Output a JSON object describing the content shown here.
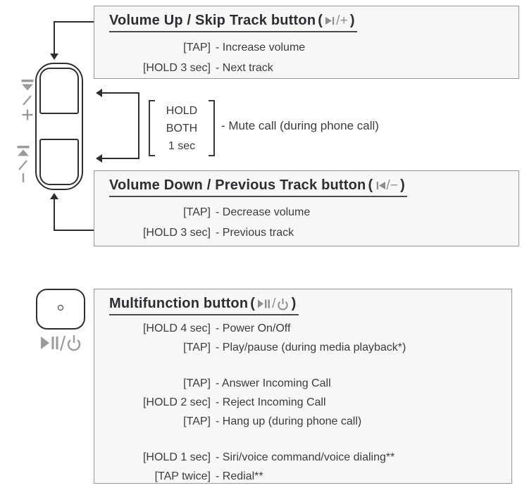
{
  "colors": {
    "page_bg": "#ffffff",
    "box_bg": "#f7f7f6",
    "box_border": "#979797",
    "title_text": "#2d2d34",
    "body_text": "#3b3b40",
    "icon_gray": "#8d8d8d",
    "line": "#2e2e2e"
  },
  "icons": {
    "skip_next": "⏭",
    "skip_previous": "⏮",
    "play_pause": "⏯",
    "power": "⏻"
  },
  "symbols": {
    "open_paren": "(",
    "close_paren": ")",
    "slash": "/"
  },
  "volume_rocker": {
    "top_side_label": "⏭/+",
    "bottom_side_label": "⏮/−"
  },
  "volume_up_box": {
    "title": "Volume Up / Skip Track button",
    "icon_suffix": "/+",
    "rows": [
      {
        "action": "[TAP]",
        "desc": "- Increase volume"
      },
      {
        "action": "[HOLD 3 sec]",
        "desc": "- Next track"
      }
    ]
  },
  "hold_both": {
    "lines": [
      "HOLD",
      "BOTH",
      "1 sec"
    ],
    "desc": "- Mute call (during phone call)"
  },
  "volume_down_box": {
    "title": "Volume Down / Previous Track button",
    "icon_suffix": "/−",
    "rows": [
      {
        "action": "[TAP]",
        "desc": "- Decrease volume"
      },
      {
        "action": "[HOLD 3 sec]",
        "desc": "- Previous track"
      }
    ]
  },
  "multifunction": {
    "side_label": "▶❙❙/⏻",
    "title": "Multifunction button",
    "rows": [
      {
        "action": "[HOLD 4 sec]",
        "desc": "- Power On/Off"
      },
      {
        "action": "[TAP]",
        "desc": "- Play/pause (during media playback*)"
      },
      {
        "action": "[TAP]",
        "desc": "- Answer Incoming Call"
      },
      {
        "action": "[HOLD 2 sec]",
        "desc": "- Reject Incoming Call"
      },
      {
        "action": "[TAP]",
        "desc": "- Hang up (during phone call)"
      },
      {
        "action": "[HOLD 1 sec]",
        "desc": "- Siri/voice command/voice dialing**"
      },
      {
        "action": "[TAP twice]",
        "desc": "- Redial**"
      }
    ]
  }
}
